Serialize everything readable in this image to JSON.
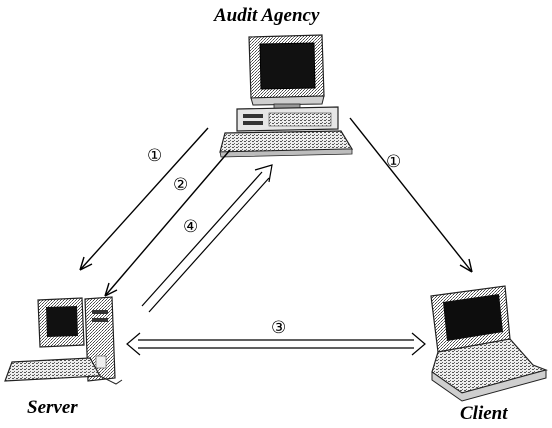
{
  "nodes": {
    "audit_agency": {
      "label": "Audit Agency"
    },
    "server": {
      "label": "Server"
    },
    "client": {
      "label": "Client"
    }
  },
  "steps": {
    "one_to_server": "①",
    "one_to_client": "①",
    "two": "②",
    "three": "③",
    "four": "④"
  }
}
